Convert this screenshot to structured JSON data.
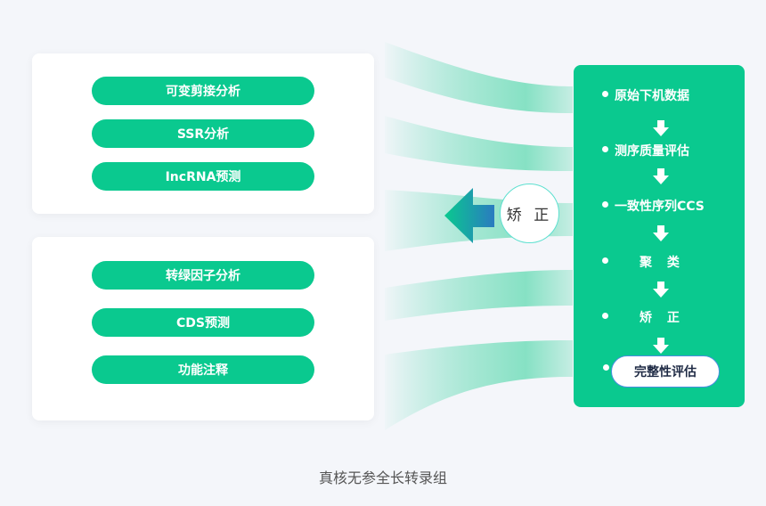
{
  "left_top_card": {
    "items": [
      "可变剪接分析",
      "SSR分析",
      "IncRNA预测"
    ]
  },
  "left_bottom_card": {
    "items": [
      "转绿因子分析",
      "CDS预测",
      "功能注释"
    ]
  },
  "correction_badge": "矫 正",
  "pipeline": {
    "steps": [
      "原始下机数据",
      "测序质量评估",
      "一致性序列CCS",
      "聚 类",
      "矫 正"
    ],
    "final": "完整性评估"
  },
  "caption": "真核无参全长转录组",
  "colors": {
    "accent": "#0ac98f",
    "arrow_start": "#0ac98f",
    "arrow_end": "#2a7bc0"
  }
}
